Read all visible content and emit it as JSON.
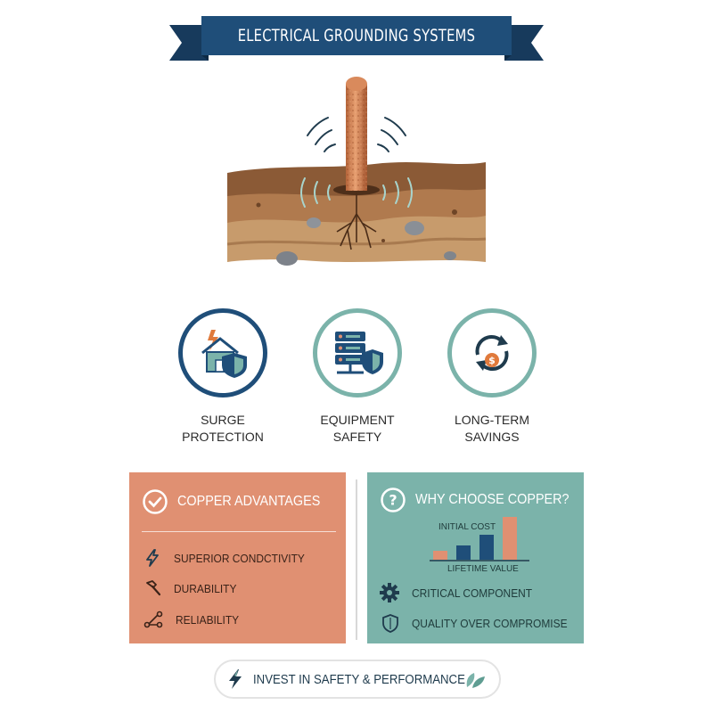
{
  "header": {
    "title": "ELECTRICAL GROUNDING SYSTEMS"
  },
  "features": [
    {
      "label": "SURGE\nPROTECTION",
      "icon": "house-shield-icon"
    },
    {
      "label": "EQUIPMENT\nSAFETY",
      "icon": "server-shield-icon"
    },
    {
      "label": "LONG-TERM\nSAVINGS",
      "icon": "cycle-dollar-icon"
    }
  ],
  "copper_advantages": {
    "title": "COPPER ADVANTAGES",
    "items": [
      {
        "label": "SUPERIOR CONDCTIVITY",
        "icon": "lightning-icon"
      },
      {
        "label": "DURABILITY",
        "icon": "hammer-icon"
      },
      {
        "label": "RELIABILITY",
        "icon": "network-icon"
      }
    ]
  },
  "why_copper": {
    "title": "WHY CHOOSE COPPER?",
    "chart": {
      "label_top": "INITIAL COST",
      "label_bottom": "LIFETIME VALUE"
    },
    "items": [
      {
        "label": "CRITICAL COMPONENT",
        "icon": "gear-icon"
      },
      {
        "label": "QUALITY OVER COMPROMISE",
        "icon": "shield-icon"
      }
    ]
  },
  "footer": {
    "text": "INVEST IN SAFETY & PERFORMANCE"
  },
  "colors": {
    "navy": "#1f4e79",
    "copper": "#e09072",
    "teal": "#7bb3aa",
    "soil": "#8b5a36"
  }
}
